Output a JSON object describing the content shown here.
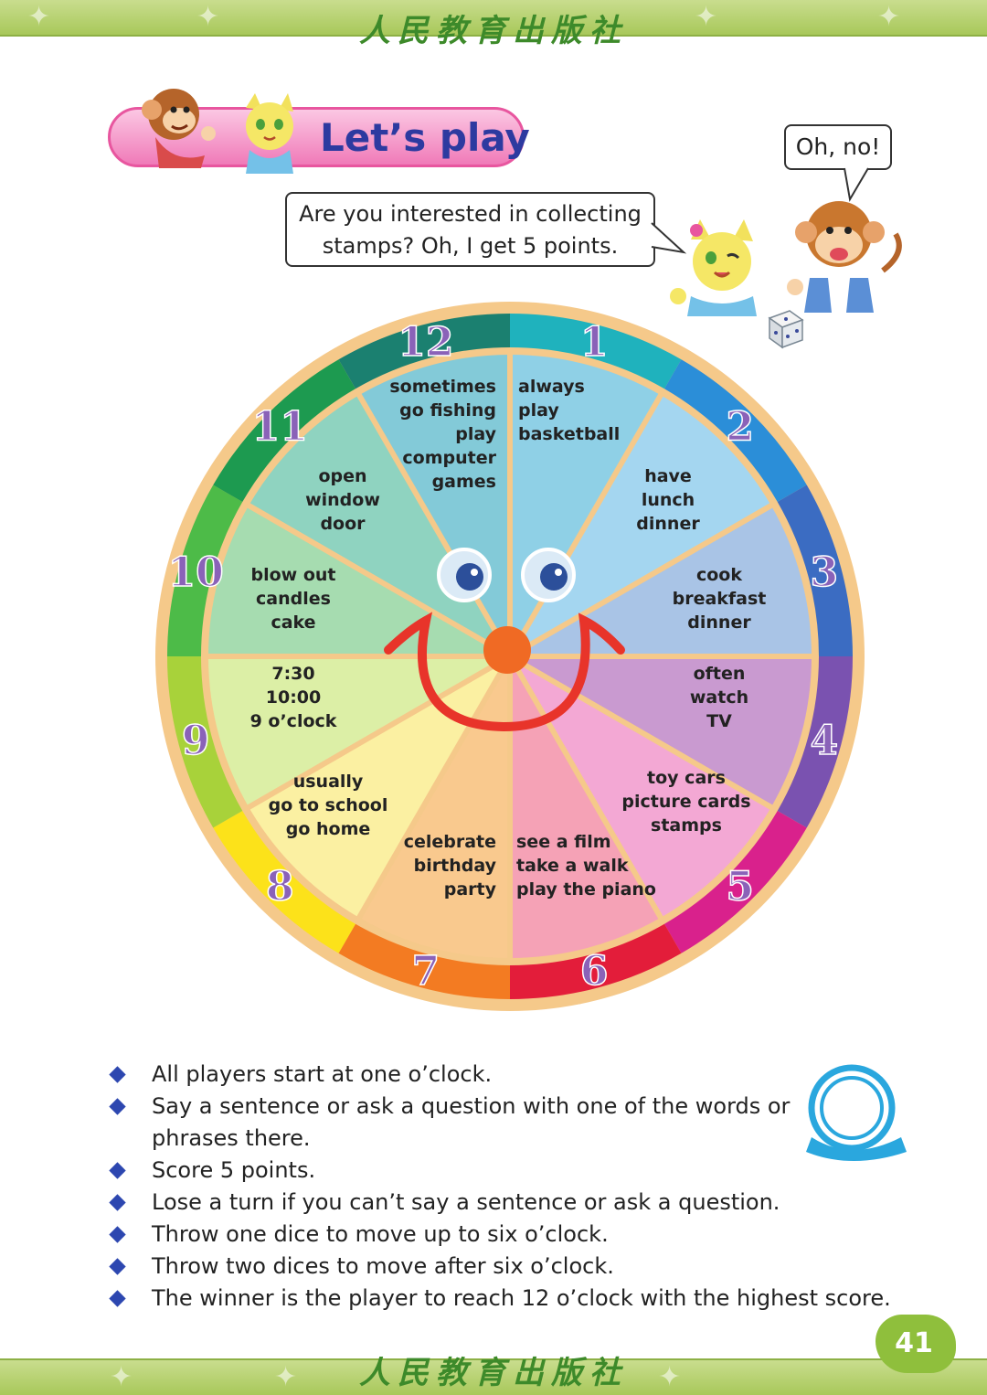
{
  "publisher": "人民教育出版社",
  "title": "Let’s play",
  "speech": {
    "girl_line1": "Are you interested in collecting",
    "girl_line2": "stamps? Oh, I get 5 points.",
    "boy": "Oh, no!"
  },
  "wheel": {
    "sectors": [
      {
        "number": "1",
        "lines": [
          "always",
          "play",
          "basketball"
        ]
      },
      {
        "number": "2",
        "lines": [
          "have",
          "lunch",
          "dinner"
        ]
      },
      {
        "number": "3",
        "lines": [
          "cook",
          "breakfast",
          "dinner"
        ]
      },
      {
        "number": "4",
        "lines": [
          "often",
          "watch",
          "TV"
        ]
      },
      {
        "number": "5",
        "lines": [
          "toy cars",
          "picture cards",
          "stamps"
        ]
      },
      {
        "number": "6",
        "lines": [
          "see a film",
          "take a walk",
          "play the piano"
        ]
      },
      {
        "number": "7",
        "lines": [
          "celebrate",
          "birthday",
          "party"
        ]
      },
      {
        "number": "8",
        "lines": [
          "usually",
          "go to school",
          "go home"
        ]
      },
      {
        "number": "9",
        "lines": [
          "7:30",
          "10:00",
          "9 o’clock"
        ]
      },
      {
        "number": "10",
        "lines": [
          "blow out",
          "candles",
          "cake"
        ]
      },
      {
        "number": "11",
        "lines": [
          "open",
          "window",
          "door"
        ]
      },
      {
        "number": "12",
        "lines": [
          "sometimes",
          "go fishing",
          "play",
          "computer",
          "games"
        ]
      }
    ],
    "colors": {
      "fill": [
        "#8fd0e6",
        "#a4d6f0",
        "#a9c4e6",
        "#c99ad0",
        "#f3a8d4",
        "#f5a2b6",
        "#f9c98e",
        "#fbf0a2",
        "#dcefa6",
        "#a6dcb0",
        "#8fd3c0",
        "#83cad8"
      ],
      "rim": [
        "#1fb2bd",
        "#2b8ed8",
        "#3b6cc2",
        "#7a52b0",
        "#d9218c",
        "#e31d3a",
        "#f37b22",
        "#fce21a",
        "#a8d23a",
        "#4dbb48",
        "#1d9a50",
        "#1b8070"
      ],
      "outer_ring": "#f5c98a"
    }
  },
  "rules": [
    "All players start at one o’clock.",
    "Say a sentence or ask a question with one of the words or phrases there.",
    "Score 5 points.",
    "Lose a turn if you can’t say a sentence or ask a question.",
    "Throw one dice to move up to six o’clock.",
    "Throw two dices to move after six o’clock.",
    "The winner is the player to reach 12 o’clock with the highest score."
  ],
  "page_number": "41"
}
